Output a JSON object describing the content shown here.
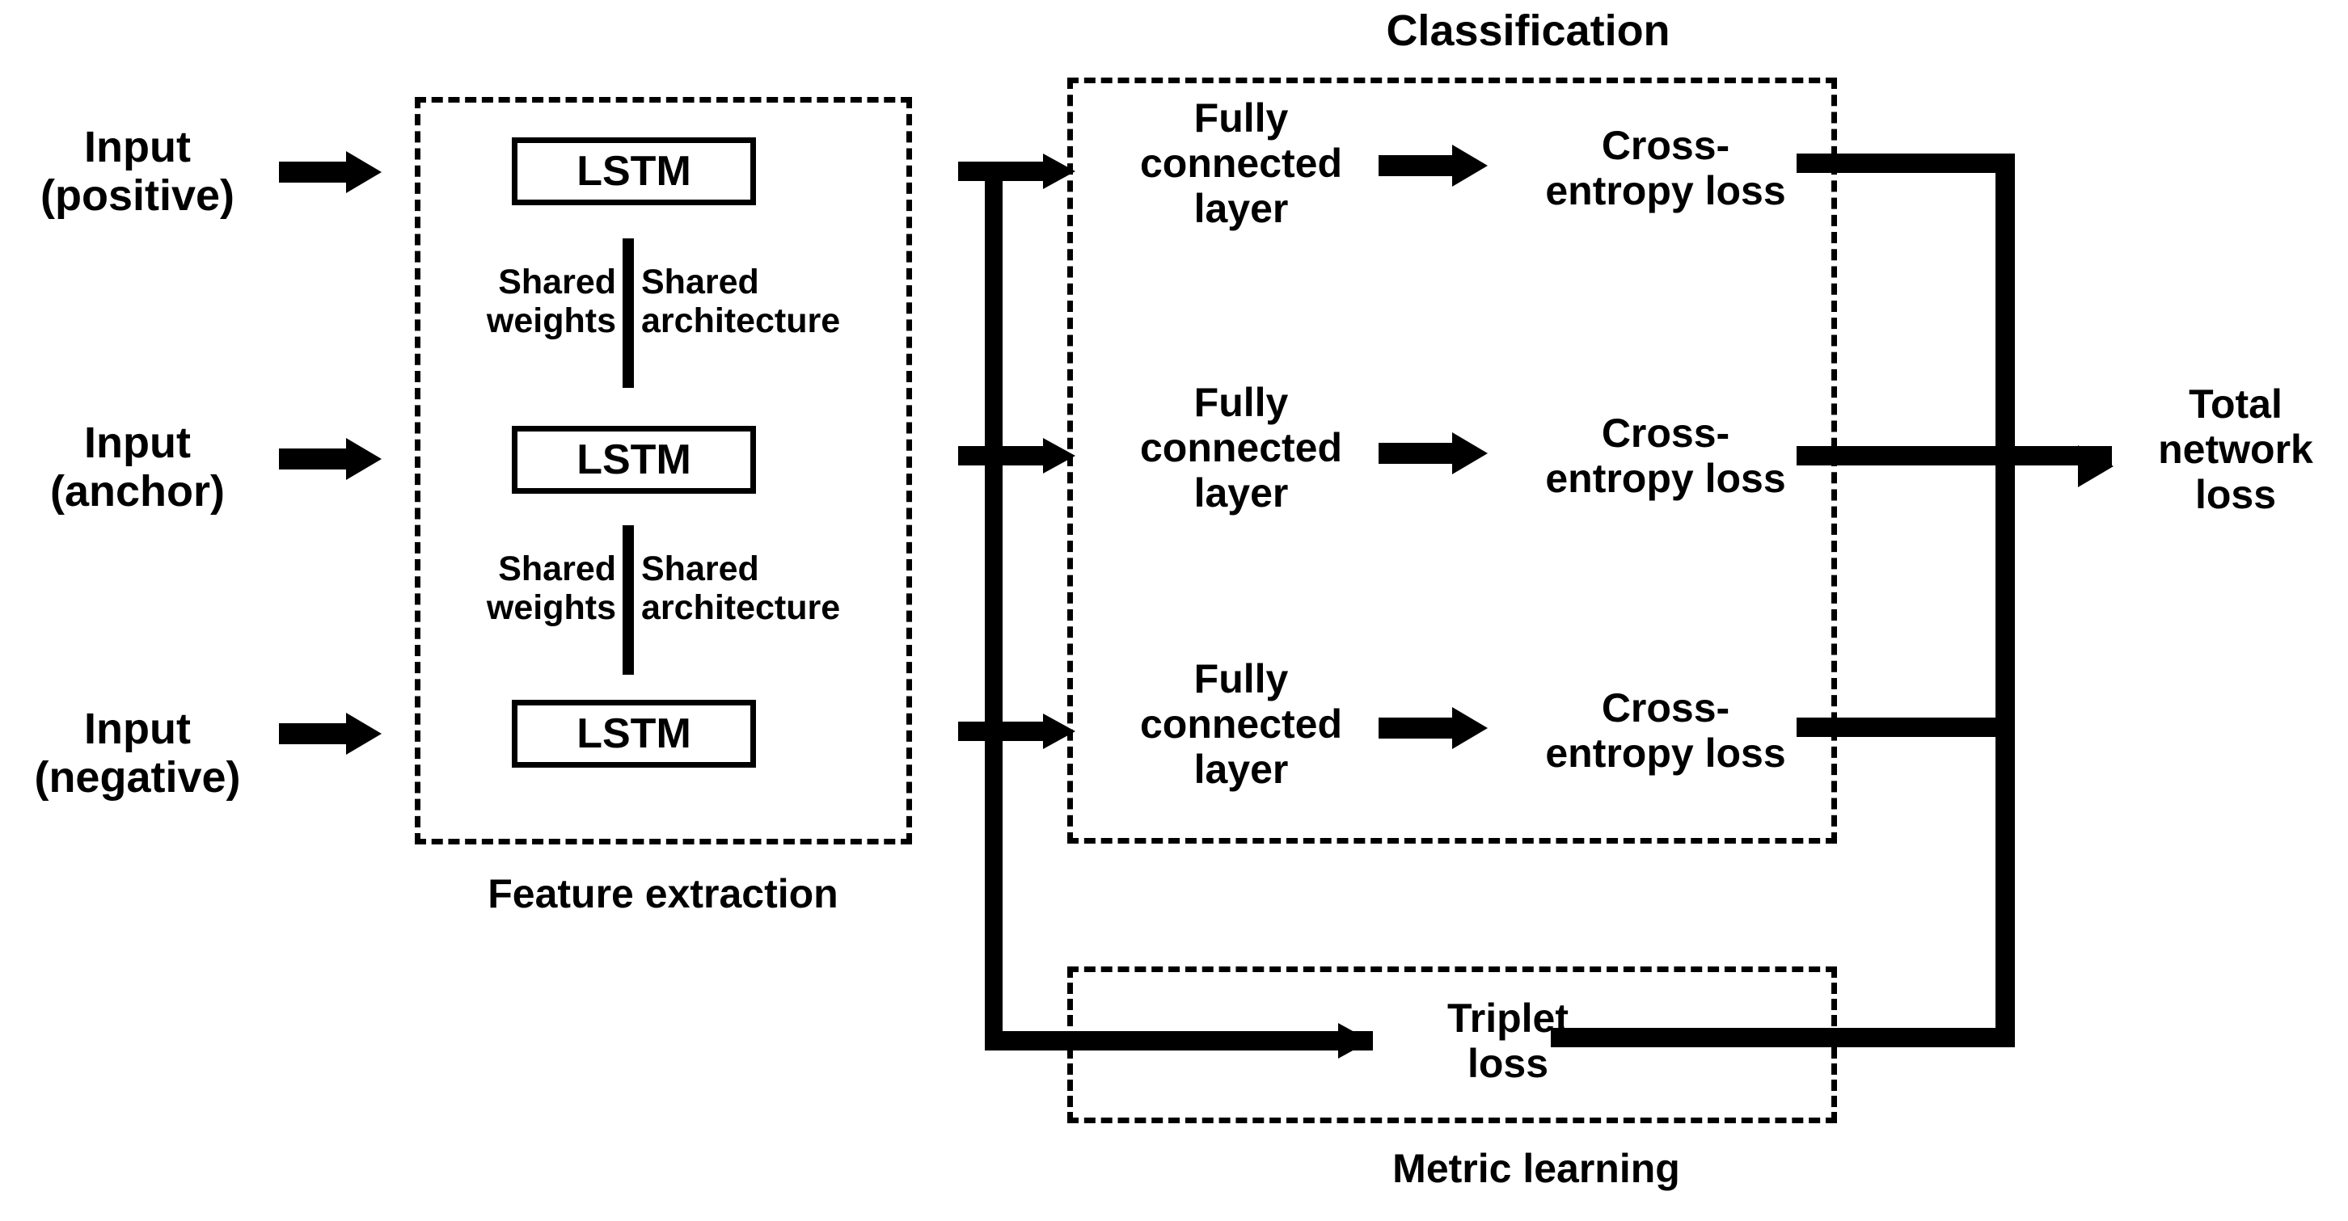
{
  "diagram": {
    "title_texts": {
      "classification": "Classification",
      "feature_extraction": "Feature extraction",
      "metric_learning": "Metric learning"
    },
    "inputs": [
      {
        "label": "Input\n(positive)"
      },
      {
        "label": "Input\n(anchor)"
      },
      {
        "label": "Input\n(negative)"
      }
    ],
    "lstm_blocks": [
      {
        "label": "LSTM"
      },
      {
        "label": "LSTM"
      },
      {
        "label": "LSTM"
      }
    ],
    "shared_notes": [
      {
        "weights": "Shared\nweights",
        "architecture": "Shared\narchitecture"
      },
      {
        "weights": "Shared\nweights",
        "architecture": "Shared\narchitecture"
      }
    ],
    "fc_layers": [
      {
        "label": "Fully\nconnected\nlayer"
      },
      {
        "label": "Fully\nconnected\nlayer"
      },
      {
        "label": "Fully\nconnected\nlayer"
      }
    ],
    "losses": [
      {
        "label": "Cross-\nentropy loss"
      },
      {
        "label": "Cross-\nentropy loss"
      },
      {
        "label": "Cross-\nentropy loss"
      }
    ],
    "triplet_loss": {
      "label": "Triplet\nloss"
    },
    "output": {
      "label": "Total\nnetwork\nloss"
    },
    "colors": {
      "stroke": "#000000",
      "background": "#ffffff",
      "text": "#000000"
    }
  }
}
